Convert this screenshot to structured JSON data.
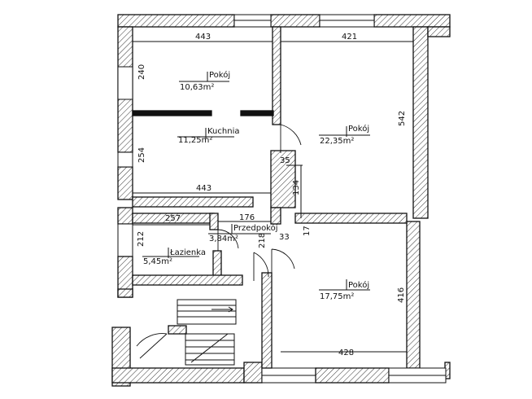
{
  "rooms": [
    {
      "name": "Pokój",
      "area": "10,63m²"
    },
    {
      "name": "Kuchnia",
      "area": "11,25m²"
    },
    {
      "name": "Pokój",
      "area": "22,35m²"
    },
    {
      "name": "Przedpokój",
      "area": "3,84m²"
    },
    {
      "name": "Łazienka",
      "area": "5,45m²"
    },
    {
      "name": "Pokój",
      "area": "17,75m²"
    }
  ],
  "dimensions": {
    "top_left_width": "443",
    "top_right_width": "421",
    "left_top_height": "240",
    "left_mid_height": "254",
    "kitchen_bottom_width": "443",
    "right_height": "542",
    "bath_width": "257",
    "hall_width": "176",
    "bath_height": "212",
    "hall_height": "218",
    "pillar_top": "35",
    "pillar_height": "134",
    "pillar_small_a": "33",
    "pillar_small_b": "17",
    "bottom_room_height": "416",
    "bottom_room_width": "428"
  }
}
